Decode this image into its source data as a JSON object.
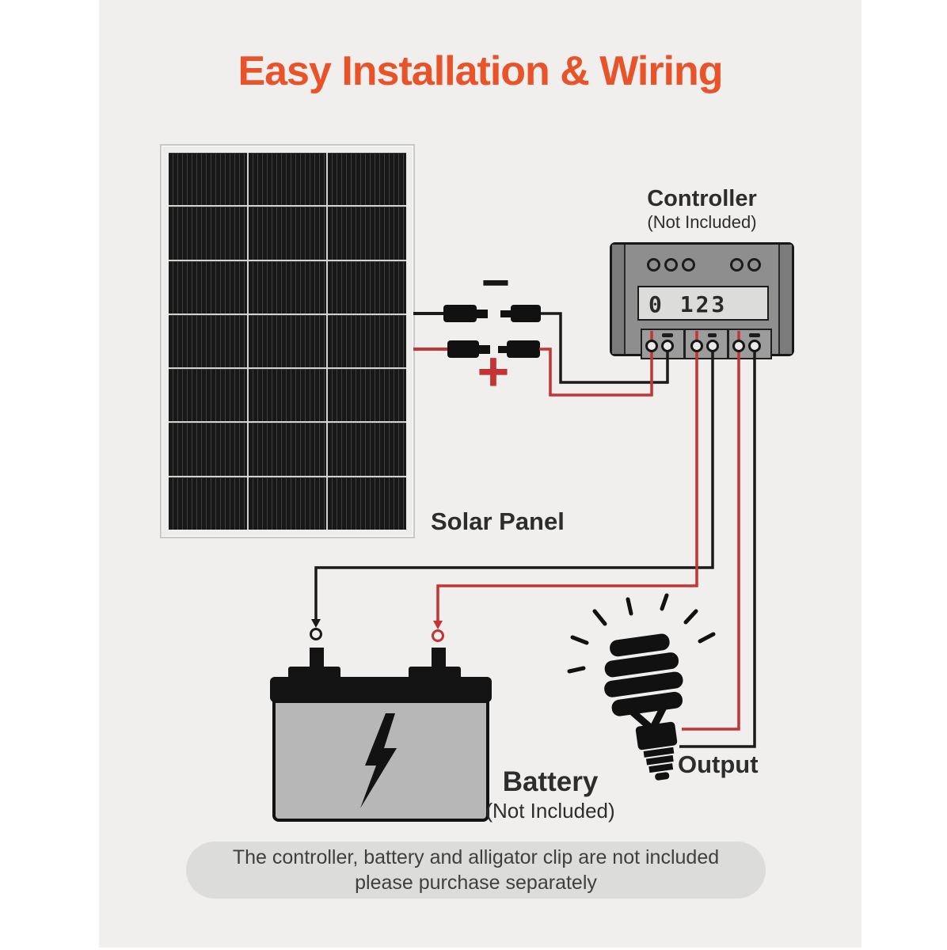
{
  "title": {
    "text": "Easy Installation & Wiring",
    "color": "#e8532a"
  },
  "solar_panel": {
    "label": "Solar Panel",
    "rows": 7,
    "cols": 3
  },
  "controller": {
    "label": "Controller",
    "sublabel": "(Not Included)",
    "display_text": "0 123"
  },
  "polarity": {
    "minus": "−",
    "plus": "+"
  },
  "battery": {
    "label": "Battery",
    "sublabel": "(Not Included)"
  },
  "output": {
    "label": "Output"
  },
  "note": {
    "line1": "The controller, battery and alligator clip are not included",
    "line2": "please purchase separately"
  },
  "colors": {
    "accent": "#e8532a",
    "band_bg": "#f0efed",
    "wire_red": "#c53434",
    "wire_black": "#1a1a1a",
    "connector_black": "#111111",
    "label_dark": "#2d2d2d",
    "controller_gray": "#8e8e8e",
    "display_bg": "#dcdcda",
    "battery_gray": "#b7b7b7",
    "note_bg": "#dcdcdb"
  }
}
